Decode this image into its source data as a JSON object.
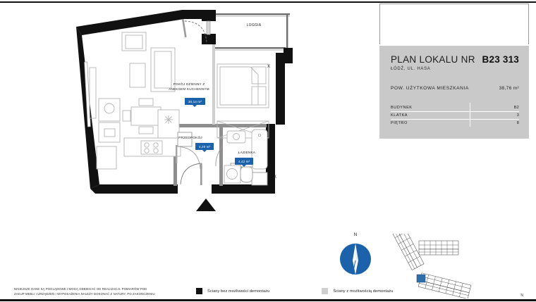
{
  "document": {
    "type": "apartment-floor-plan"
  },
  "info_panel": {
    "title": "PLAN LOKALU NR",
    "code": "B23 313",
    "subtitle": "ŁÓDŹ, UL. HASA",
    "area_label": "POW. UŻYTKOWA MIESZKANIA",
    "area_value": "38,76 m²",
    "rows": [
      {
        "label": "BUDYNEK",
        "value": "B2"
      },
      {
        "label": "KLATKA",
        "value": "3"
      },
      {
        "label": "PIĘTRO",
        "value": "8"
      }
    ]
  },
  "rooms": [
    {
      "name": "POKÓJ DZIENNY Z\nANEKSEM KUCHENNYM",
      "line1": "POKÓJ DZIENNY Z",
      "line2": "ANEKSEM KUCHENNYM",
      "area": "30,14 m²"
    },
    {
      "name": "PRZEDPOKÓJ",
      "line1": "PRZEDPOKÓJ",
      "line2": "",
      "area": "4,20 m²"
    },
    {
      "name": "ŁAZIENKA",
      "line1": "ŁAZIENKA",
      "line2": "",
      "area": "4,42 m²"
    }
  ],
  "loggia": {
    "label": "LOGGIA"
  },
  "markers": {
    "x_upper": "X",
    "x_lower": "X"
  },
  "compass": {
    "north_label": "N"
  },
  "keyplan": {
    "north_label": "N"
  },
  "legend": {
    "items": [
      {
        "text": "Ściany bez możliwości demontażu",
        "color": "#111111"
      },
      {
        "text": "Ściany z możliwością demontażu",
        "color": "#cfcfcf"
      }
    ]
  },
  "disclaimer": {
    "line1": "NINIEJSZE DANE SĄ POGLĄDOWE I MOGĄ ODBIEGAĆ OD REALIZACJI. POMIARÓW POD",
    "line2": "ZAKUP MEBLI I URZĄDZEŃ I WYPOSAŻENIA NALEŻY DOKONAĆ Z NATURY, PO ZAKOŃCZENIU"
  },
  "colors": {
    "accent": "#1b62ab",
    "wall": "#111111",
    "panel_bg": "#c9c9c9"
  }
}
